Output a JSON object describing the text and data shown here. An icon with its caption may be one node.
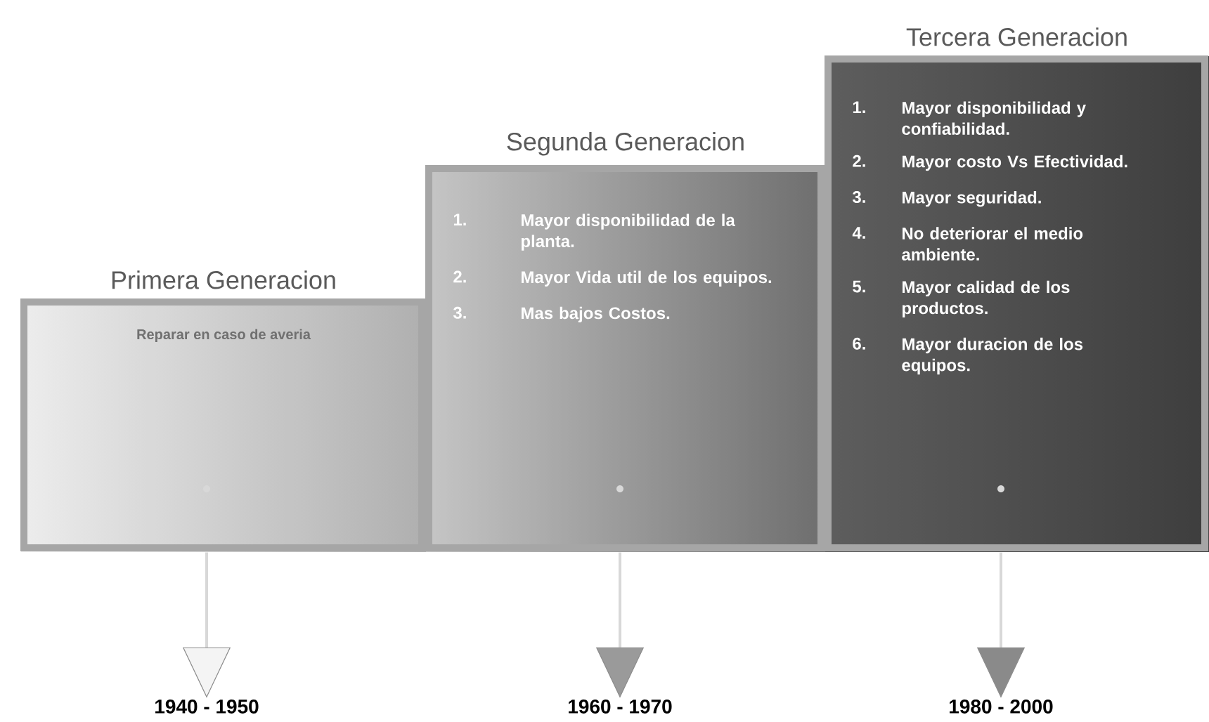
{
  "diagram": {
    "nodes": [
      {
        "text": [
          "Primera Generacion",
          "Reparar en caso de averia"
        ]
      },
      {
        "text": [
          "Segunda Generacion",
          "1.",
          "Mayor disponibilidad de la planta.",
          "2.",
          "Mayor Vida util de los equipos.",
          "3.",
          "Mas bajos Costos."
        ]
      },
      {
        "text": [
          "Tercera Generacion",
          "1.",
          "Mayor disponibilidad y confiabilidad.",
          "2.",
          "Mayor costo Vs Efectividad.",
          "3.",
          "Mayor seguridad.",
          "4.",
          "No deteriorar el medio ambiente.",
          "5.",
          "Mayor calidad de los productos.",
          "6.",
          "Mayor duracion de los equipos."
        ]
      },
      {
        "text": [
          "1940 - 1950"
        ]
      },
      {
        "text": [
          "1960 - 1970"
        ]
      },
      {
        "text": [
          "1980 - 2000"
        ]
      }
    ],
    "edges": [
      {
        "from": 0,
        "to": 3,
        "arrow": "to"
      },
      {
        "from": 1,
        "to": 4,
        "arrow": "to"
      },
      {
        "from": 2,
        "to": 5,
        "arrow": "to"
      }
    ]
  }
}
